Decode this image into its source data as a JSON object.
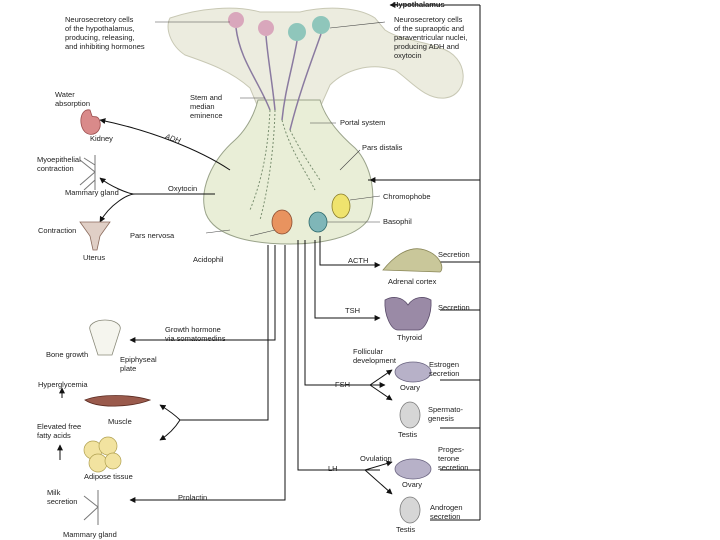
{
  "labels": {
    "hypothalamus": "Hypothalamus",
    "neurosecretory_hypothalamus": "Neurosecretory cells\nof the hypothalamus,\nproducing, releasing,\nand inhibiting hormones",
    "neurosecretory_supraoptic": "Neurosecretory cells\nof the supraoptic and\nparaventricular nuclei,\nproducing ADH and\noxytocin",
    "stem_median": "Stem and\nmedian\neminence",
    "portal_system": "Portal system",
    "pars_distalis": "Pars distalis",
    "chromophobe": "Chromophobe",
    "basophil": "Basophil",
    "acidophil": "Acidophil",
    "pars_nervosa": "Pars nervosa",
    "adh": "ADH",
    "oxytocin": "Oxytocin",
    "water_absorption": "Water\nabsorption",
    "kidney": "Kidney",
    "myoepithelial": "Myoepithelial\ncontraction",
    "mammary_gland_top": "Mammary gland",
    "contraction": "Contraction",
    "uterus": "Uterus",
    "acth": "ACTH",
    "adrenal_cortex": "Adrenal cortex",
    "secretion_adrenal": "Secretion",
    "tsh": "TSH",
    "thyroid": "Thyroid",
    "secretion_thyroid": "Secretion",
    "growth_hormone": "Growth hormone\nvia somatomedins",
    "bone_growth": "Bone growth",
    "epiphyseal": "Epiphyseal\nplate",
    "hyperglycemia": "Hyperglycemia",
    "muscle": "Muscle",
    "elevated_ffa": "Elevated free\nfatty acids",
    "adipose": "Adipose tissue",
    "follicular": "Follicular\ndevelopment",
    "fsh": "FSH",
    "ovary_top": "Ovary",
    "estrogen": "Estrogen\nsecretion",
    "spermatogenesis": "Spermato-\ngenesis",
    "testis_top": "Testis",
    "ovulation": "Ovulation",
    "lh": "LH",
    "ovary_bottom": "Ovary",
    "progesterone": "Proges-\nterone\nsecretion",
    "androgen": "Androgen\nsecretion",
    "testis_bottom": "Testis",
    "milk_secretion": "Milk\nsecretion",
    "prolactin": "Prolactin",
    "mammary_gland_bottom": "Mammary gland"
  },
  "colors": {
    "gland": "#e9eed7",
    "gland_stroke": "#9aa38a",
    "hypothalamus": "#ececdf",
    "neuron_pink": "#d9a7bc",
    "neuron_teal": "#8fc6bb",
    "line": "#111111",
    "adrenal": "#c9c79a",
    "thyroid": "#9a8aa6",
    "muscle": "#9a5a4c",
    "adipose": "#f2e3a0",
    "gonad": "#b7b1c8",
    "acidophil": "#e8935f",
    "chromophobe": "#efe36e",
    "basophil": "#7fb6b8"
  }
}
